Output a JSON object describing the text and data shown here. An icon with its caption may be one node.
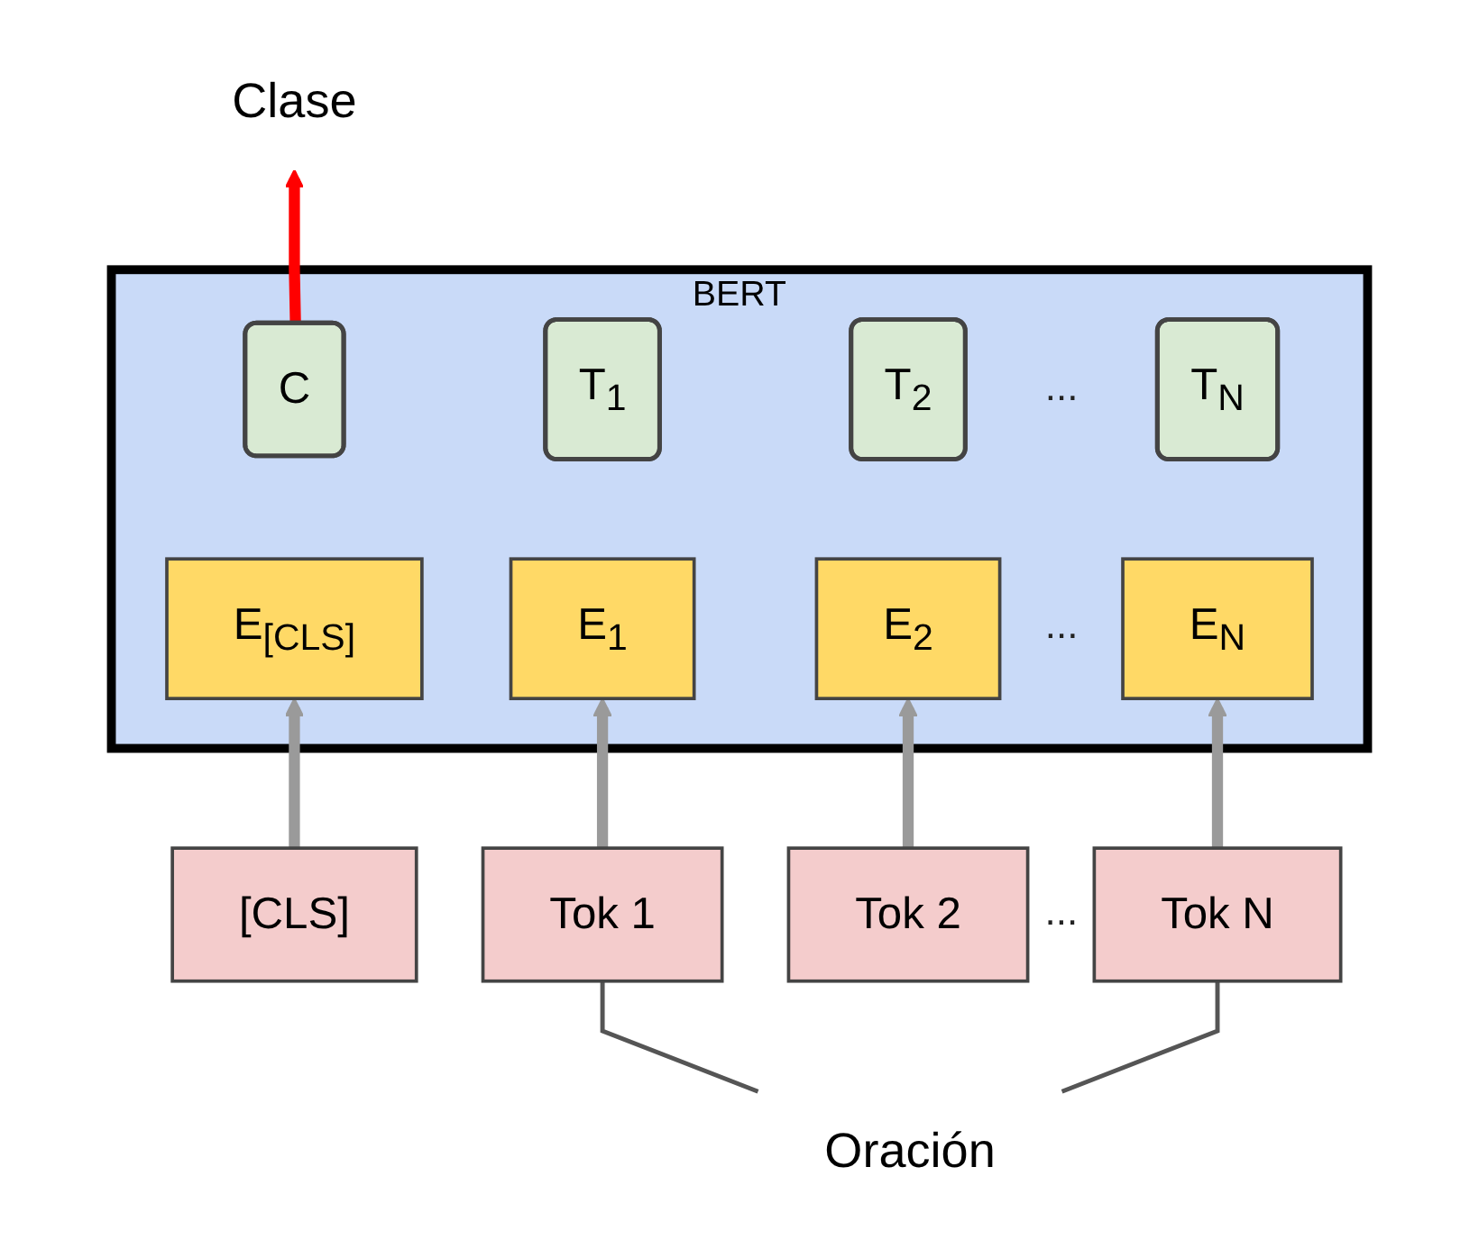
{
  "diagram": {
    "nodes": [
      {
        "text": [
          "BERT"
        ]
      },
      {
        "text": [
          "C"
        ],
        "in": 0
      },
      {
        "text": [
          "T$_{1}$"
        ],
        "in": 0
      },
      {
        "text": [
          "T$_{2}$"
        ],
        "in": 0
      },
      {
        "text": [
          "T$_{N}$"
        ],
        "in": 0
      },
      {
        "text": [
          "E$_{[CLS]}$"
        ],
        "in": 0
      },
      {
        "text": [
          "E$_{1}$"
        ],
        "in": 0
      },
      {
        "text": [
          "E$_{2}$"
        ],
        "in": 0
      },
      {
        "text": [
          "E$_{N}$"
        ],
        "in": 0
      },
      {
        "text": [
          "[CLS]"
        ]
      },
      {
        "text": [
          "Tok 1"
        ]
      },
      {
        "text": [
          "Tok 2"
        ]
      },
      {
        "text": [
          "Tok N"
        ]
      },
      {
        "text": [
          "Oración"
        ]
      },
      {
        "text": [
          "Clase"
        ]
      }
    ],
    "edges": [
      {
        "from": 9,
        "to": 5,
        "arrow": "to"
      },
      {
        "from": 10,
        "to": 6,
        "arrow": "to"
      },
      {
        "from": 11,
        "to": 7,
        "arrow": "to"
      },
      {
        "from": 12,
        "to": 8,
        "arrow": "to"
      },
      {
        "from": 13,
        "to": 10,
        "arrow": "none",
        "color": "#555555"
      },
      {
        "from": 13,
        "to": 12,
        "arrow": "none",
        "color": "#555555"
      },
      {
        "from": 1,
        "to": 14,
        "arrow": "to",
        "color": "#ff0000"
      }
    ],
    "labels": [
      "...",
      "...",
      "..."
    ]
  }
}
